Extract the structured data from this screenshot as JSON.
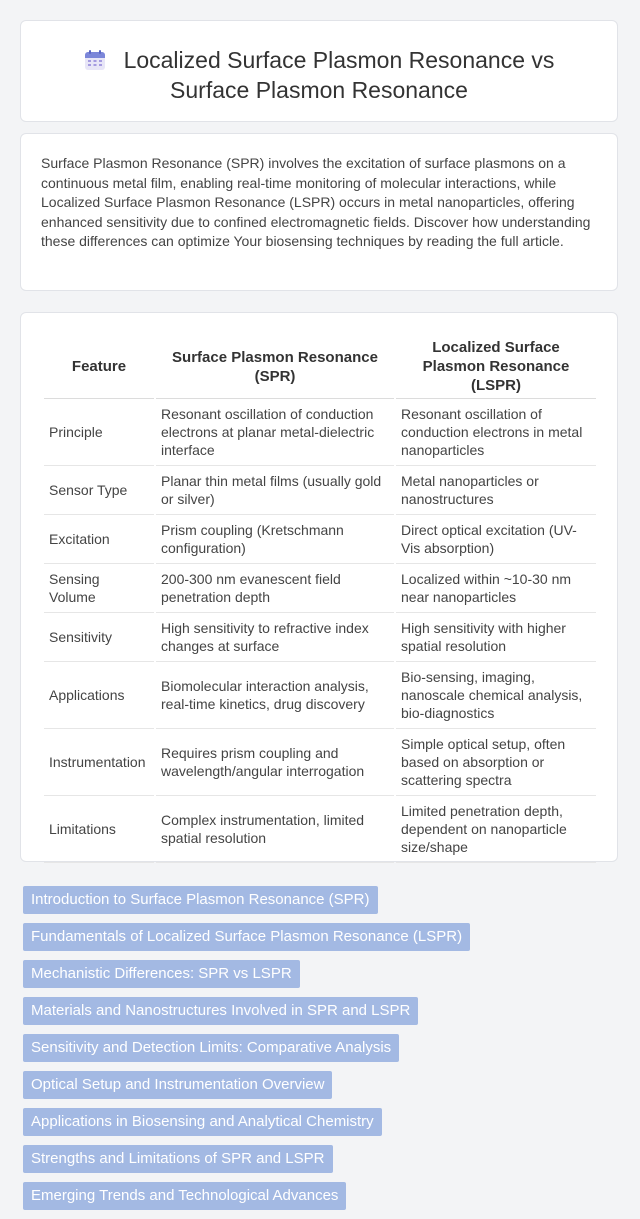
{
  "header": {
    "title_line1": "Localized Surface Plasmon Resonance vs",
    "title_line2": "Surface Plasmon Resonance",
    "icon": "calendar-icon"
  },
  "intro": {
    "text": "Surface Plasmon Resonance (SPR) involves the excitation of surface plasmons on a continuous metal film, enabling real-time monitoring of molecular interactions, while Localized Surface Plasmon Resonance (LSPR) occurs in metal nanoparticles, offering enhanced sensitivity due to confined electromagnetic fields. Discover how understanding these differences can optimize Your biosensing techniques by reading the full article."
  },
  "table": {
    "headers": [
      "Feature",
      "Surface Plasmon Resonance (SPR)",
      "Localized Surface Plasmon Resonance (LSPR)"
    ],
    "rows": [
      [
        "Principle",
        "Resonant oscillation of conduction electrons at planar metal-dielectric interface",
        "Resonant oscillation of conduction electrons in metal nanoparticles"
      ],
      [
        "Sensor Type",
        "Planar thin metal films (usually gold or silver)",
        "Metal nanoparticles or nanostructures"
      ],
      [
        "Excitation",
        "Prism coupling (Kretschmann configuration)",
        "Direct optical excitation (UV-Vis absorption)"
      ],
      [
        "Sensing Volume",
        "200-300 nm evanescent field penetration depth",
        "Localized within ~10-30 nm near nanoparticles"
      ],
      [
        "Sensitivity",
        "High sensitivity to refractive index changes at surface",
        "High sensitivity with higher spatial resolution"
      ],
      [
        "Applications",
        "Biomolecular interaction analysis, real-time kinetics, drug discovery",
        "Bio-sensing, imaging, nanoscale chemical analysis, bio-diagnostics"
      ],
      [
        "Instrumentation",
        "Requires prism coupling and wavelength/angular interrogation",
        "Simple optical setup, often based on absorption or scattering spectra"
      ],
      [
        "Limitations",
        "Complex instrumentation, limited spatial resolution",
        "Limited penetration depth, dependent on nanoparticle size/shape"
      ]
    ]
  },
  "links": [
    "Introduction to Surface Plasmon Resonance (SPR)",
    "Fundamentals of Localized Surface Plasmon Resonance (LSPR)",
    "Mechanistic Differences: SPR vs LSPR",
    "Materials and Nanostructures Involved in SPR and LSPR",
    "Sensitivity and Detection Limits: Comparative Analysis",
    "Optical Setup and Instrumentation Overview",
    "Applications in Biosensing and Analytical Chemistry",
    "Strengths and Limitations of SPR and LSPR",
    "Emerging Trends and Technological Advances"
  ],
  "colors": {
    "link_bg": "#a3b9e3",
    "page_bg": "#f3f4f6"
  }
}
